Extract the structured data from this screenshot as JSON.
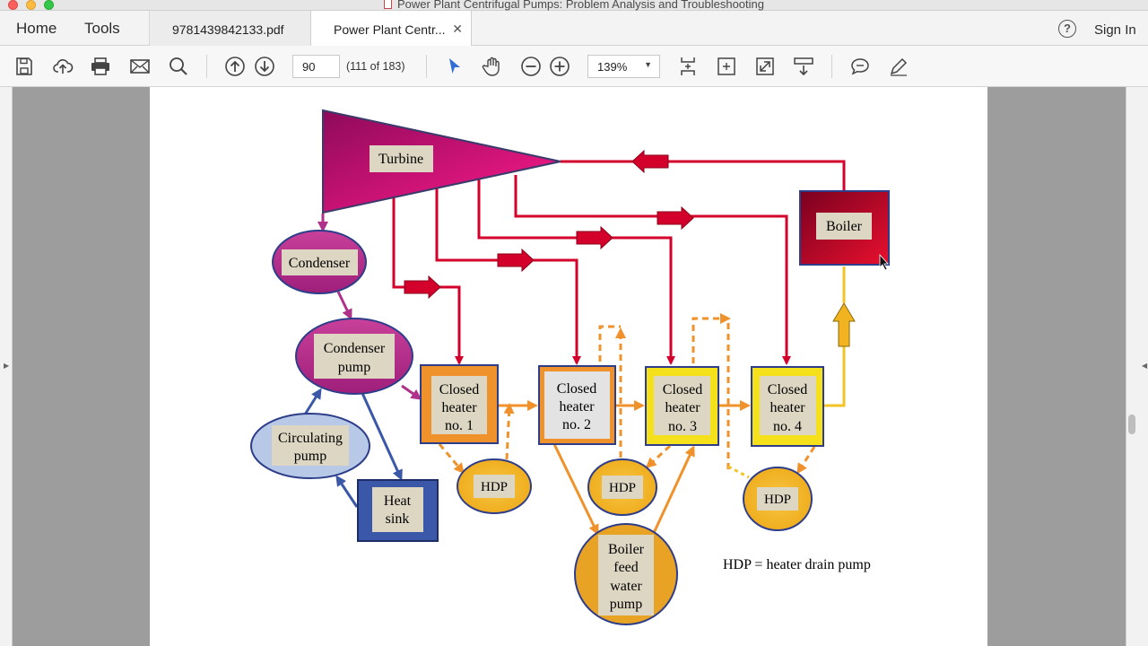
{
  "window": {
    "title": "Power Plant Centrifugal Pumps: Problem Analysis and Troubleshooting"
  },
  "nav": {
    "home": "Home",
    "tools": "Tools"
  },
  "tabs": [
    {
      "label": "9781439842133.pdf"
    },
    {
      "label": "Power Plant Centr..."
    }
  ],
  "header": {
    "help": "?",
    "sign_in": "Sign In"
  },
  "toolbar": {
    "page_number": "90",
    "page_count": "(111 of 183)",
    "zoom": "139%"
  },
  "icons": {
    "save": "save-icon",
    "upload": "upload-cloud-icon",
    "print": "print-icon",
    "email": "envelope-icon",
    "search": "search-icon",
    "prev_page": "arrow-up-circle-icon",
    "next_page": "arrow-down-circle-icon",
    "select": "pointer-icon",
    "hand": "hand-icon",
    "zoom_out": "minus-circle-icon",
    "zoom_in": "plus-circle-icon",
    "page_display": "page-display-icon",
    "fit": "fit-page-icon",
    "full_screen": "full-screen-icon",
    "scroll_mode": "scroll-mode-icon",
    "comment": "comment-icon",
    "sign": "pen-icon"
  },
  "colors": {
    "turbine": "#e0007a",
    "condenser": "#b0318a",
    "boiler": "#c8102e",
    "orange": "#f0922b",
    "heater_yellow": "#f4e11b",
    "hdp_fill": "#f5b523",
    "blue": "#3a57a8",
    "circ_pump_fill": "#b7c9e6"
  },
  "diagram": {
    "turbine": "Turbine",
    "boiler": "Boiler",
    "condenser": "Condenser",
    "condenser_pump_l1": "Condenser",
    "condenser_pump_l2": "pump",
    "circulating_pump_l1": "Circulating",
    "circulating_pump_l2": "pump",
    "heat_sink_l1": "Heat",
    "heat_sink_l2": "sink",
    "heater1_l1": "Closed",
    "heater1_l2": "heater",
    "heater1_l3": "no. 1",
    "heater2_l1": "Closed",
    "heater2_l2": "heater",
    "heater2_l3": "no. 2",
    "heater3_l1": "Closed",
    "heater3_l2": "heater",
    "heater3_l3": "no. 3",
    "heater4_l1": "Closed",
    "heater4_l2": "heater",
    "heater4_l3": "no. 4",
    "hdp1": "HDP",
    "hdp2": "HDP",
    "hdp3": "HDP",
    "bfwp_l1": "Boiler",
    "bfwp_l2": "feed",
    "bfwp_l3": "water",
    "bfwp_l4": "pump",
    "legend": "HDP = heater drain pump"
  }
}
